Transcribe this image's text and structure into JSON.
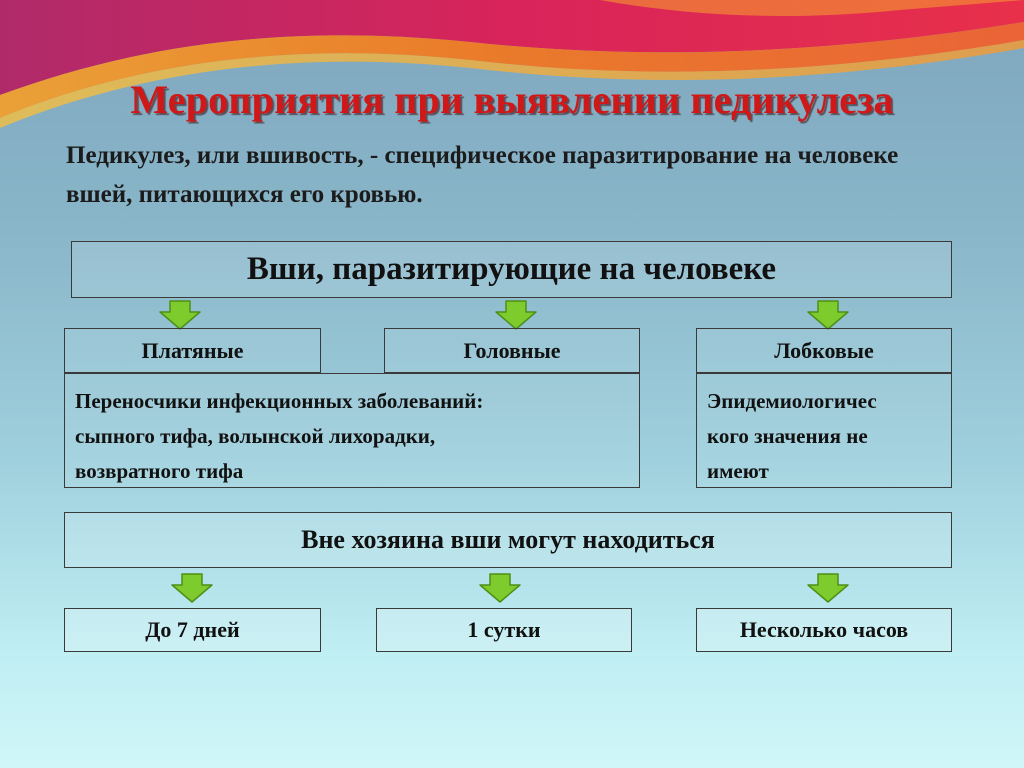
{
  "title": "Мероприятия при выявлении педикулеза",
  "definition": "Педикулез, или вшивость, - специфическое паразитирование на человеке вшей, питающихся его кровью.",
  "lice_header": "Вши, паразитирующие на человеке",
  "categories": [
    {
      "label": "Платяные"
    },
    {
      "label": "Головные"
    },
    {
      "label": "Лобковые"
    }
  ],
  "descriptions": {
    "carriers": {
      "lines": [
        "Переносчики инфекционных заболеваний:",
        "сыпного тифа, волынской лихорадки,",
        "возвратного тифа"
      ]
    },
    "pubic": {
      "lines": [
        "Эпидемиологичес",
        "кого значения не",
        "имеют"
      ]
    }
  },
  "outside_header": "Вне хозяина вши могут находиться",
  "durations": [
    {
      "label": "До 7 дней"
    },
    {
      "label": "1 сутки"
    },
    {
      "label": "Несколько часов"
    }
  ],
  "colors": {
    "title": "#d01818",
    "arrow_fill": "#7ecb2e",
    "arrow_stroke": "#4e8f16",
    "border": "#3a3a3a"
  },
  "icons": {
    "arrow": "down-arrow-icon"
  }
}
